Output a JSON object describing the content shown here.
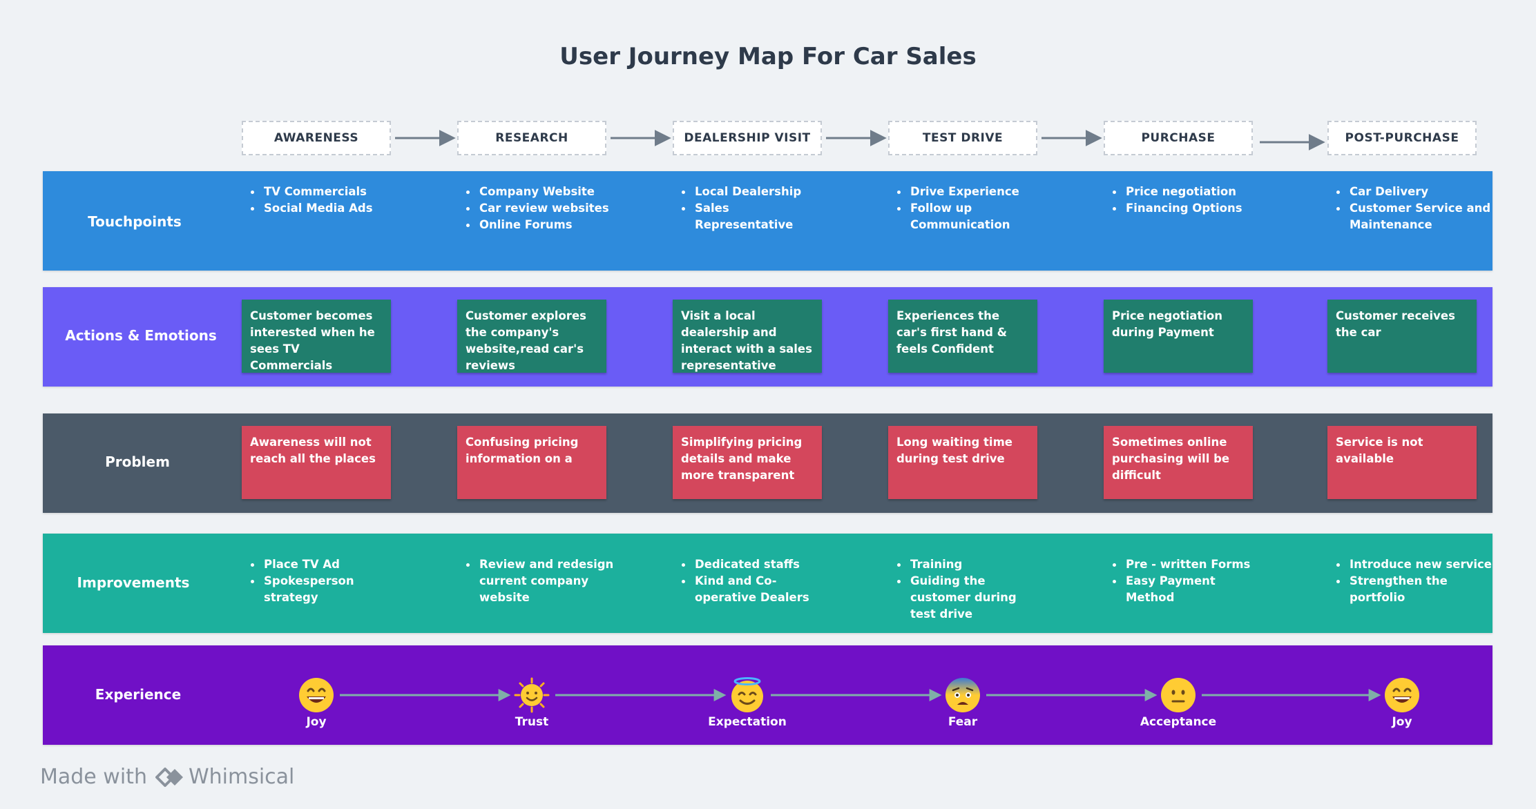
{
  "title": "User Journey Map For Car Sales",
  "stages": [
    "AWARENESS",
    "RESEARCH",
    "DEALERSHIP VISIT",
    "TEST DRIVE",
    "PURCHASE",
    "POST-PURCHASE"
  ],
  "rows": {
    "touchpoints": {
      "label": "Touchpoints",
      "items": [
        [
          "TV Commercials",
          "Social Media Ads"
        ],
        [
          "Company Website",
          "Car review websites",
          "Online Forums"
        ],
        [
          "Local Dealership",
          "Sales Representative"
        ],
        [
          "Drive Experience",
          "Follow up Communication"
        ],
        [
          "Price negotiation",
          "Financing Options"
        ],
        [
          "Car Delivery",
          "Customer Service and Maintenance"
        ]
      ]
    },
    "actions": {
      "label": "Actions & Emotions",
      "cards": [
        "Customer becomes interested when he sees TV Commercials",
        "Customer explores the company's website,read car's reviews",
        "Visit a local dealership and interact with a sales representative",
        "Experiences the car's first hand & feels Confident",
        "Price negotiation during Payment",
        "Customer receives the car"
      ]
    },
    "problem": {
      "label": "Problem",
      "cards": [
        "Awareness will not reach all the places",
        "Confusing pricing information on a",
        "Simplifying pricing details and make more transparent",
        "Long waiting time during test drive",
        "Sometimes online purchasing will be difficult",
        "Service is not available"
      ]
    },
    "improvements": {
      "label": "Improvements",
      "items": [
        [
          "Place TV Ad",
          "Spokesperson strategy"
        ],
        [
          "Review and redesign current company website"
        ],
        [
          "Dedicated staffs",
          "Kind and Co-operative Dealers"
        ],
        [
          "Training",
          "Guiding the customer during test drive"
        ],
        [
          "Pre - written Forms",
          "Easy Payment Method"
        ],
        [
          "Introduce new service",
          "Strengthen the portfolio"
        ]
      ]
    },
    "experience": {
      "label": "Experience",
      "emotions": [
        {
          "label": "Joy",
          "icon": "grinning-face-icon"
        },
        {
          "label": "Trust",
          "icon": "sun-face-icon"
        },
        {
          "label": "Expectation",
          "icon": "smiling-face-halo-icon"
        },
        {
          "label": "Fear",
          "icon": "fearful-face-icon"
        },
        {
          "label": "Acceptance",
          "icon": "neutral-face-icon"
        },
        {
          "label": "Joy",
          "icon": "grinning-face-icon"
        }
      ]
    }
  },
  "watermark": {
    "prefix": "Made with",
    "brand": "Whimsical"
  },
  "colors": {
    "touchpoints": "#2e8bdc",
    "actions": "#6a5cf6",
    "problem": "#4b5a69",
    "improvements": "#1cb09d",
    "experience": "#7010c6",
    "card_green": "#207e6d",
    "card_red": "#d4475c"
  }
}
